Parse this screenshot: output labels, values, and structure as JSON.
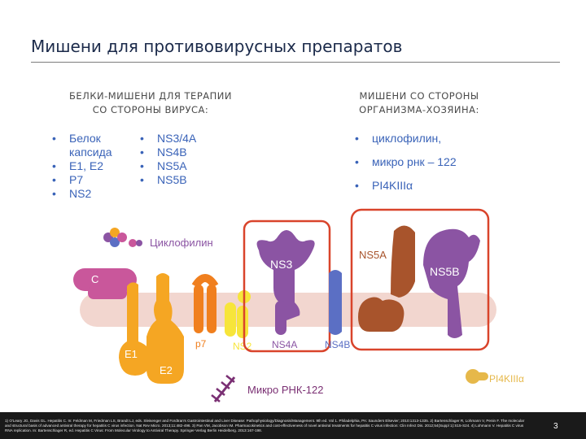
{
  "title": "Мишени для противовирусных препаратов",
  "virus_col": {
    "heading_line1": "БЕЛКИ-МИШЕНИ ДЛЯ ТЕРАПИИ",
    "heading_line2": "СО СТОРОНЫ ВИРУСА:",
    "list_a": [
      "Белок капсида",
      "E1, E2",
      "P7",
      "NS2"
    ],
    "list_b": [
      "NS3/4A",
      "NS4B",
      "NS5A",
      "NS5B"
    ]
  },
  "host_col": {
    "heading_line1": "МИШЕНИ СО СТОРОНЫ",
    "heading_line2": "ОРГАНИЗМА-ХОЗЯИНА:",
    "items": [
      "циклофилин,",
      "микро рнк – 122",
      "PI4KIIIα"
    ]
  },
  "diagram": {
    "cyclophilin": "Циклофилин",
    "core": "C",
    "e1": "E1",
    "e2": "E2",
    "p7": "p7",
    "ns2": "NS2",
    "ns3": "NS3",
    "ns4a": "NS4A",
    "ns4b": "NS4B",
    "ns5a": "NS5A",
    "ns5b": "NS5B",
    "mirna": "Микро РНК-122",
    "pi4k": "PI4KIIIα"
  },
  "colors": {
    "title": "#1b2a4a",
    "bullet_text": "#3a63b8",
    "membrane": "#f2d6cf",
    "highlight_box": "#d9442b",
    "core": "#c9579b",
    "e1": "#f5a623",
    "p7": "#f07f1e",
    "ns2": "#f7e53a",
    "ns3": "#8b54a3",
    "ns4b": "#5b6fc4",
    "ns5a": "#a8542c",
    "ns5b": "#8b54a3",
    "mirna": "#7a2f73",
    "pi4k": "#e6b84a"
  },
  "references": "1) O'Leary JG, Davis GL. Hepatitis C. In: Feldman M, Friedman LS, Brandt LJ, eds. Sleisenger and Fordtran's Gastrointestinal and Liver Disease: Pathophysiology/Diagnosis/Management. 9th ed. Vol 1. Philadelphia, PA: Saunders Elsevier; 2010:1313-1335. 2) Bartenschlager R, Lohmann V, Penin F. The molecular and structural basis of advanced antiviral therapy for hepatitis C virus infection. Nat Rev Micro. 2013;11:482-496. 3) Pan VM, Jacobson IM. Pharmacokinetics and cost-effectiveness of novel antiviral treatments for hepatitis C virus infection: Clin Infect Dis. 2012;54(Suppl 1):S15-S24. 4) Lohmann V. Hepatitis C virus RNA replication. In: Bartenschlager R, ed. Hepatitis C Virus: From Molecular Virology to Antiviral Therapy. Springer-Verlag Berlin Heidelberg. 2013:167-198.",
  "page_number": "3"
}
